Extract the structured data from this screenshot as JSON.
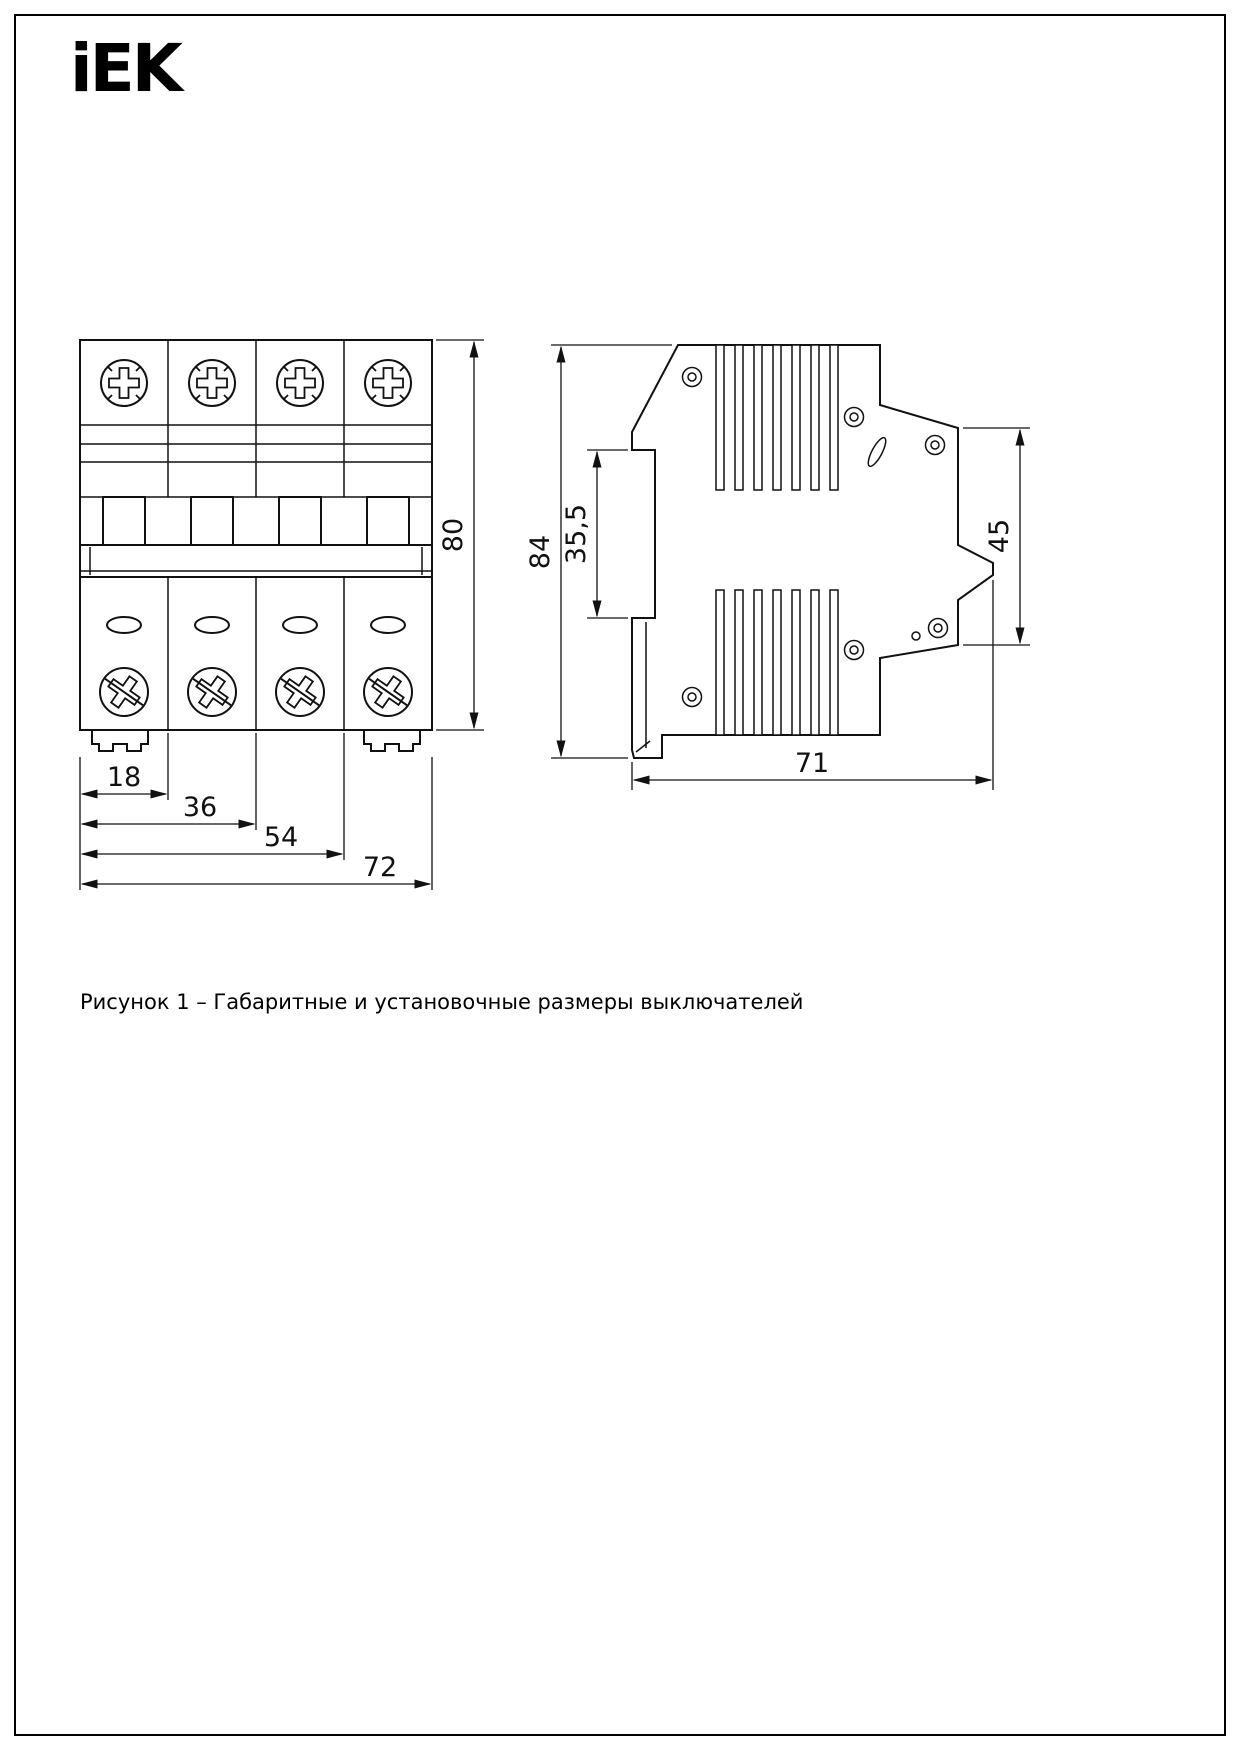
{
  "logo": "iEK",
  "caption": "Рисунок 1 – Габаритные и установочные размеры выключателей",
  "front": {
    "dim_height": "80",
    "dim_18": "18",
    "dim_36": "36",
    "dim_54": "54",
    "dim_72": "72"
  },
  "side": {
    "dim_height": "84",
    "dim_rail": "35,5",
    "dim_latch": "45",
    "dim_depth": "71"
  }
}
